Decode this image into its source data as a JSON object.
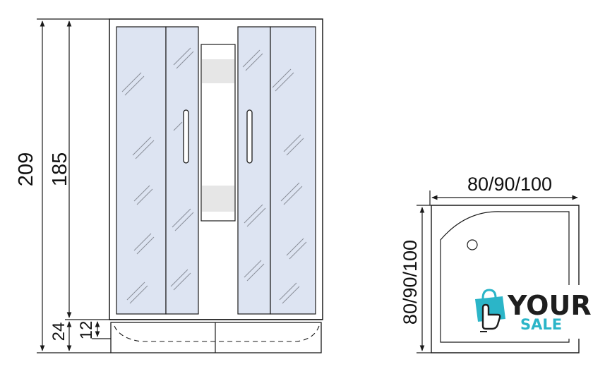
{
  "dimensions": {
    "total_height": "209",
    "cabin_height": "185",
    "tray_height": "24",
    "tray_inner_height": "12",
    "tray_width": "80/90/100",
    "tray_depth": "80/90/100"
  },
  "logo": {
    "word_top": "YOUR",
    "word_bottom": "SALE",
    "icon": "shopping-bag-icon"
  },
  "colors": {
    "glass": "#dde4f2",
    "line": "#1a1a1a",
    "logo_dark": "#1e1e1e",
    "logo_accent": "#2bb5c8"
  }
}
